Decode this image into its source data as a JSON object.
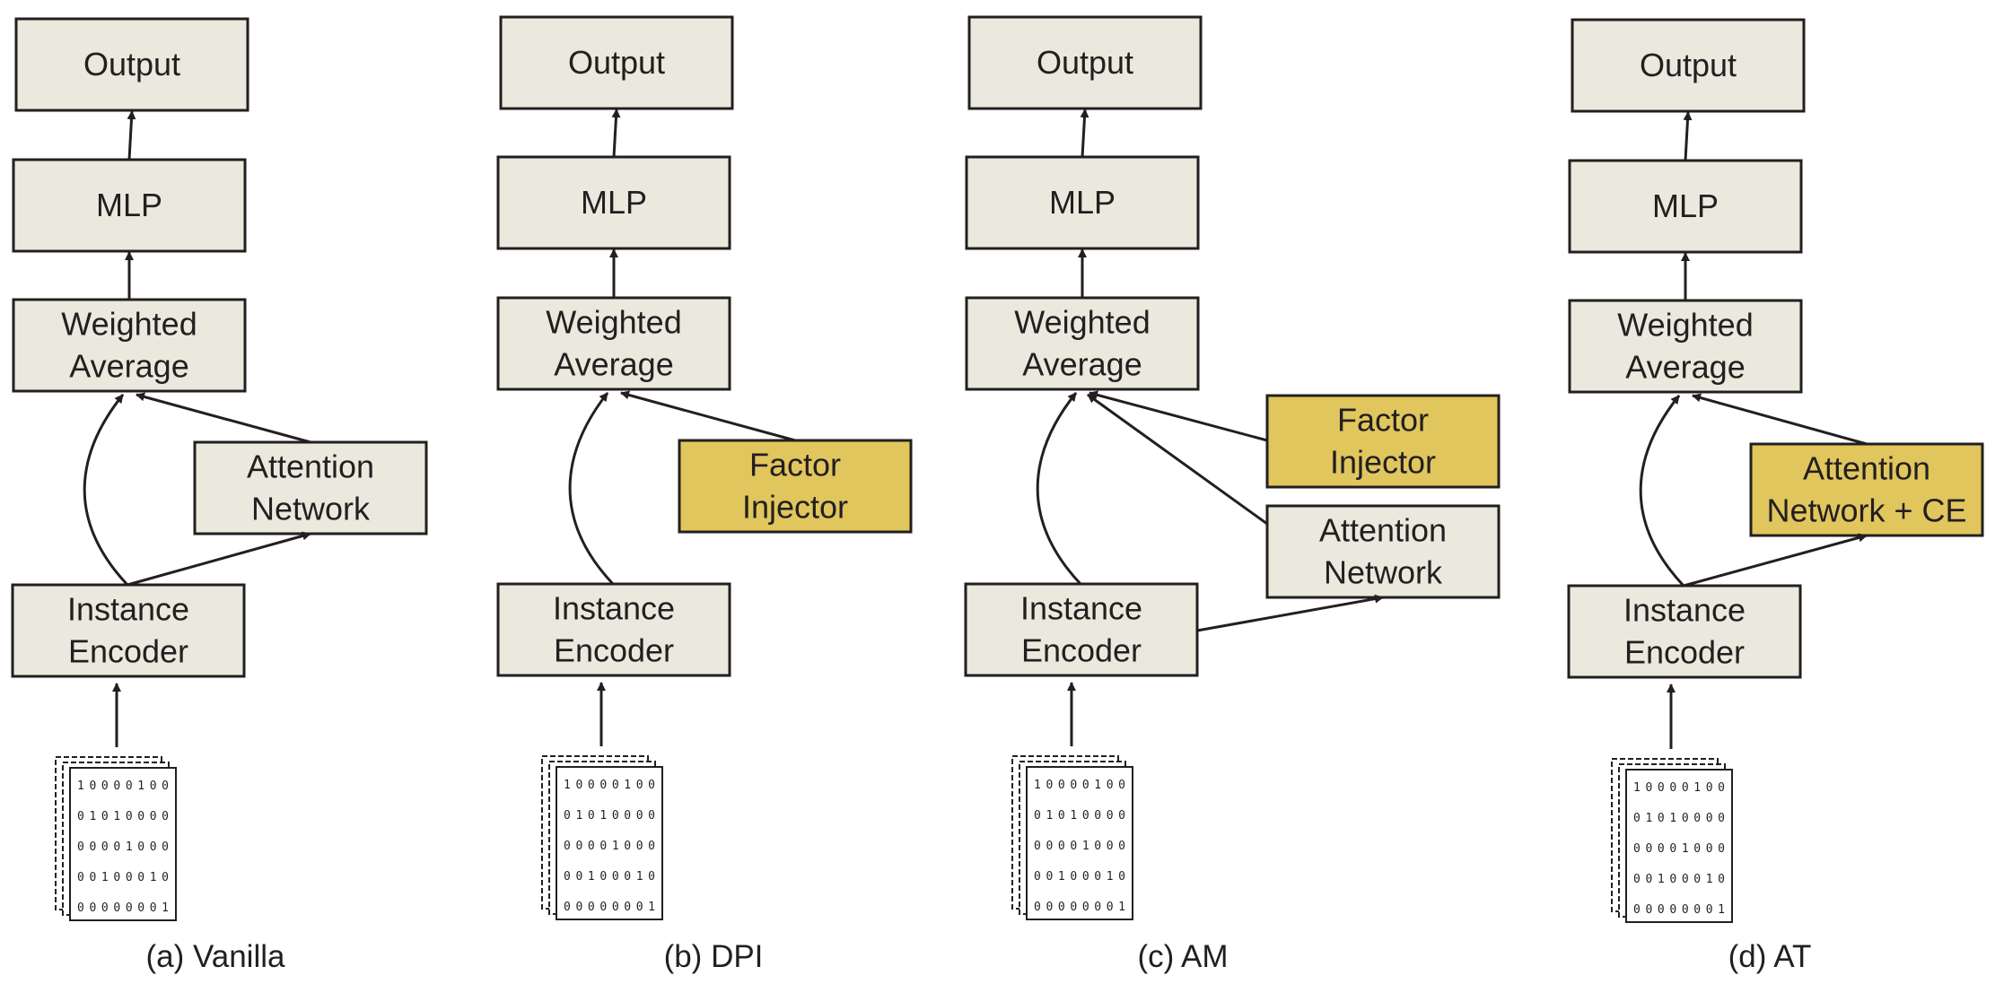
{
  "colors": {
    "box_fill": "#ebe8dd",
    "highlight_fill": "#e1c65e",
    "stroke": "#231f20"
  },
  "panels": [
    {
      "id": "a",
      "caption": "(a) Vanilla",
      "boxes": {
        "output": [
          "Output"
        ],
        "mlp": [
          "MLP"
        ],
        "weighted_average": [
          "Weighted",
          "Average"
        ],
        "attention_network": [
          "Attention",
          "Network"
        ],
        "instance_encoder": [
          "Instance",
          "Encoder"
        ]
      }
    },
    {
      "id": "b",
      "caption": "(b) DPI",
      "boxes": {
        "output": [
          "Output"
        ],
        "mlp": [
          "MLP"
        ],
        "weighted_average": [
          "Weighted",
          "Average"
        ],
        "factor_injector": [
          "Factor",
          "Injector"
        ],
        "instance_encoder": [
          "Instance",
          "Encoder"
        ]
      }
    },
    {
      "id": "c",
      "caption": "(c) AM",
      "boxes": {
        "output": [
          "Output"
        ],
        "mlp": [
          "MLP"
        ],
        "weighted_average": [
          "Weighted",
          "Average"
        ],
        "factor_injector": [
          "Factor",
          "Injector"
        ],
        "attention_network": [
          "Attention",
          "Network"
        ],
        "instance_encoder": [
          "Instance",
          "Encoder"
        ]
      }
    },
    {
      "id": "d",
      "caption": "(d) AT",
      "boxes": {
        "output": [
          "Output"
        ],
        "mlp": [
          "MLP"
        ],
        "weighted_average": [
          "Weighted",
          "Average"
        ],
        "attention_network_ce": [
          "Attention",
          "Network + CE"
        ],
        "instance_encoder": [
          "Instance",
          "Encoder"
        ]
      }
    }
  ],
  "input_rows": [
    "10000100",
    "01010000",
    "00001000",
    "00100010",
    "00000001"
  ]
}
